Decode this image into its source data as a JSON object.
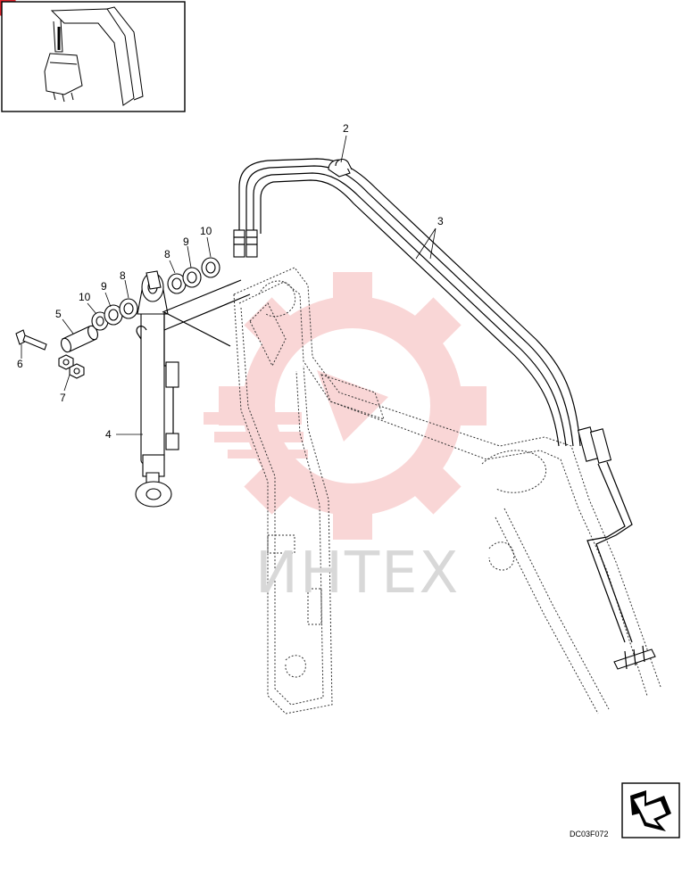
{
  "diagram": {
    "callouts": {
      "c2": "2",
      "c3": "3",
      "c4": "4",
      "c5": "5",
      "c6": "6",
      "c7": "7",
      "c8a": "8",
      "c9a": "9",
      "c10a": "10",
      "c8b": "8",
      "c9b": "9",
      "c10b": "10"
    },
    "drawing_code": "DC03F072",
    "watermark_text": "ИНТЕХ",
    "colors": {
      "watermark_gear": "#f5b5b5",
      "watermark_text": "#d8d8d8",
      "corner_badge": "#e0262f",
      "line": "#000000"
    },
    "icons": {
      "thumbnail": "excavator-arm-thumbnail",
      "nav": "next-page-arrow-icon"
    }
  }
}
